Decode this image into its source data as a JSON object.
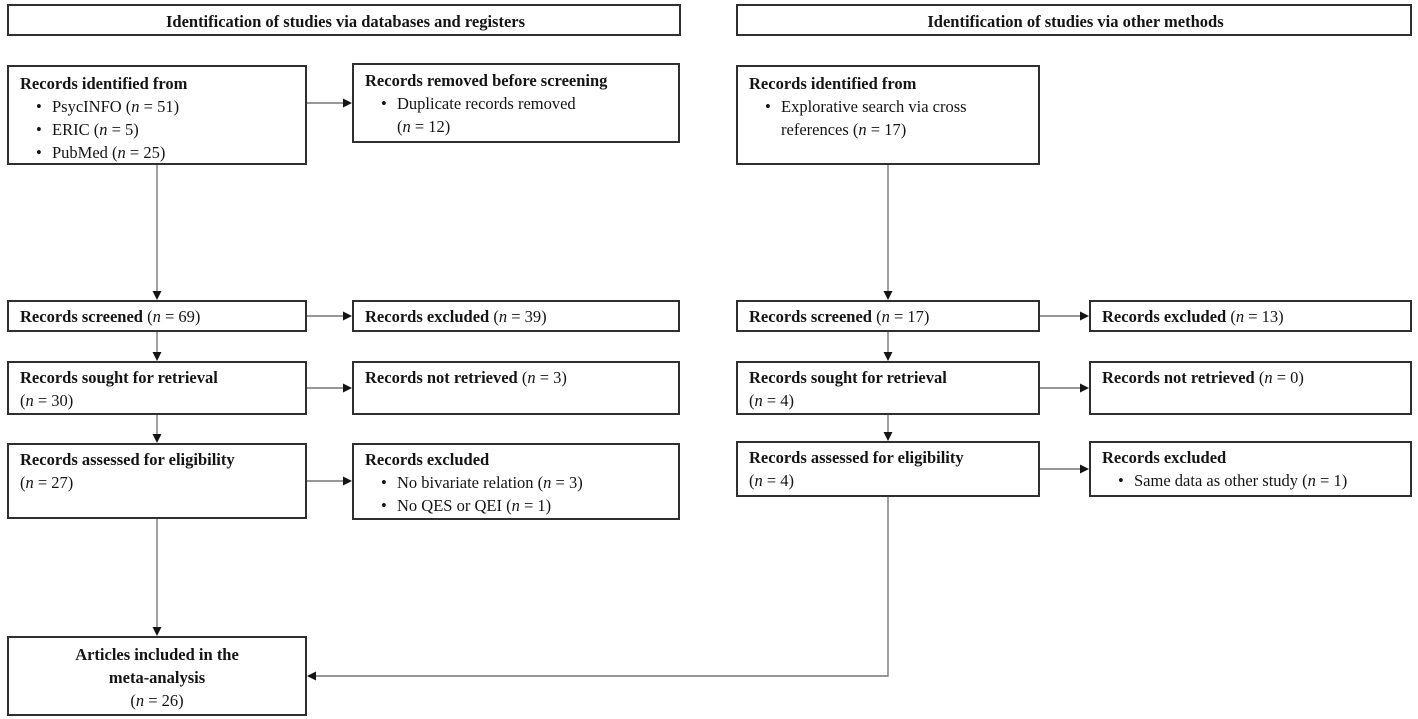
{
  "figure": {
    "kind": "PRISMA flow diagram",
    "background": "#ffffff",
    "box_border_color": "#2f2f2f",
    "arrow_line_color": "#777777",
    "arrowhead_color": "#141414",
    "text_color": "#141414"
  },
  "glyphs": {
    "bullet": "•"
  },
  "headers": {
    "left": "Identification of studies via databases and registers",
    "right": "Identification of studies via other methods"
  },
  "boxes": {
    "identified_left": {
      "title": "**Records identified from**",
      "bullets": [
        "PsycINFO (*n* = 51)",
        "ERIC (*n* = 5)",
        "PubMed (*n* = 25)"
      ]
    },
    "removed_before_screening": {
      "title": "**Records removed before screening**",
      "bullets": [
        "Duplicate records removed\n(*n* = 12)"
      ]
    },
    "identified_right": {
      "title": "**Records identified from**",
      "bullets": [
        "Explorative search via cross\nreferences (*n* = 17)"
      ]
    },
    "screened_left": {
      "line": "**Records screened** (*n* = 69)"
    },
    "excluded_screened_left": {
      "line": "**Records excluded** (*n* = 39)"
    },
    "screened_right": {
      "line": "**Records screened** (*n* = 17)"
    },
    "excluded_screened_right": {
      "line": "**Records excluded** (*n* = 13)"
    },
    "sought_left": {
      "line1": "**Records sought for retrieval**",
      "line2": "(*n* = 30)"
    },
    "not_retrieved_left": {
      "line": "**Records not retrieved** (*n* = 3)"
    },
    "sought_right": {
      "line1": "**Records sought for retrieval**",
      "line2": "(*n* = 4)"
    },
    "not_retrieved_right": {
      "line": "**Records not retrieved** (*n* = 0)"
    },
    "assessed_left": {
      "line1": "**Records assessed for eligibility**",
      "line2": "(*n* = 27)"
    },
    "excluded_eligibility_left": {
      "title": "**Records excluded**",
      "bullets": [
        "No bivariate relation (*n* = 3)",
        "No QES or QEI (*n* = 1)"
      ]
    },
    "assessed_right": {
      "line1": "**Records assessed for eligibility**",
      "line2": "(*n* = 4)"
    },
    "excluded_eligibility_right": {
      "title": "**Records excluded**",
      "bullets": [
        "Same data as other study (*n* = 1)"
      ]
    },
    "included": {
      "line1": "**Articles included in the**",
      "line2": "**meta-analysis**",
      "line3": "(*n* = 26)"
    }
  }
}
